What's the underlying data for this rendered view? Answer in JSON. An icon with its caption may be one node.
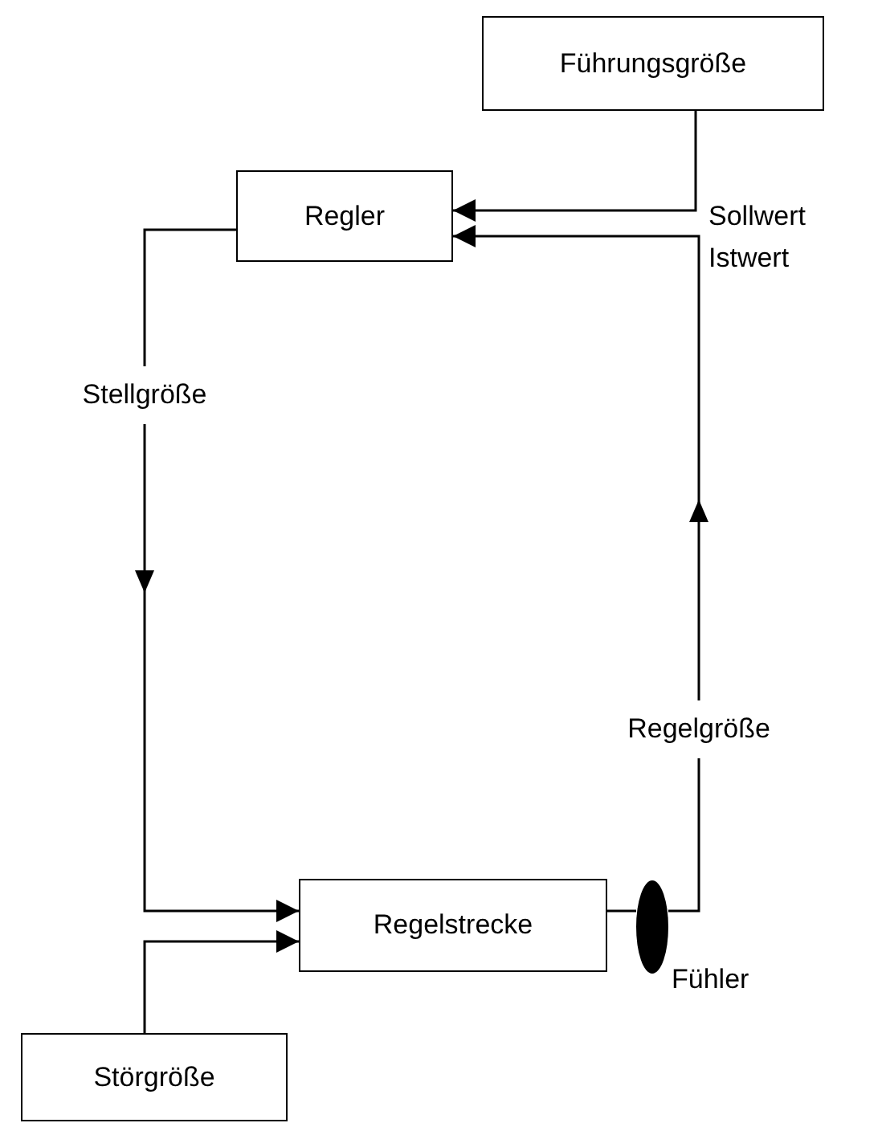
{
  "diagram": {
    "nodes": [
      {
        "text": [
          "Führungsgröße"
        ]
      },
      {
        "text": [
          "Regler"
        ]
      },
      {
        "text": [
          "Regelstrecke"
        ]
      },
      {
        "text": [
          "Störgröße"
        ]
      },
      {
        "text": [],
        "shape": "ellipse",
        "beside": [
          "Fühler"
        ]
      }
    ],
    "edges": [
      {
        "from": 0,
        "to": 1,
        "arrow": "to",
        "label": "Sollwert"
      },
      {
        "from": 4,
        "to": 1,
        "arrow": "to",
        "label": "Regelgröße"
      },
      {
        "from": 1,
        "to": 2,
        "arrow": "to",
        "label": "Stellgröße"
      },
      {
        "from": 3,
        "to": 2,
        "arrow": "to"
      },
      {
        "from": 2,
        "to": 4,
        "arrow": "none"
      }
    ],
    "labels": [
      "Istwert"
    ]
  }
}
